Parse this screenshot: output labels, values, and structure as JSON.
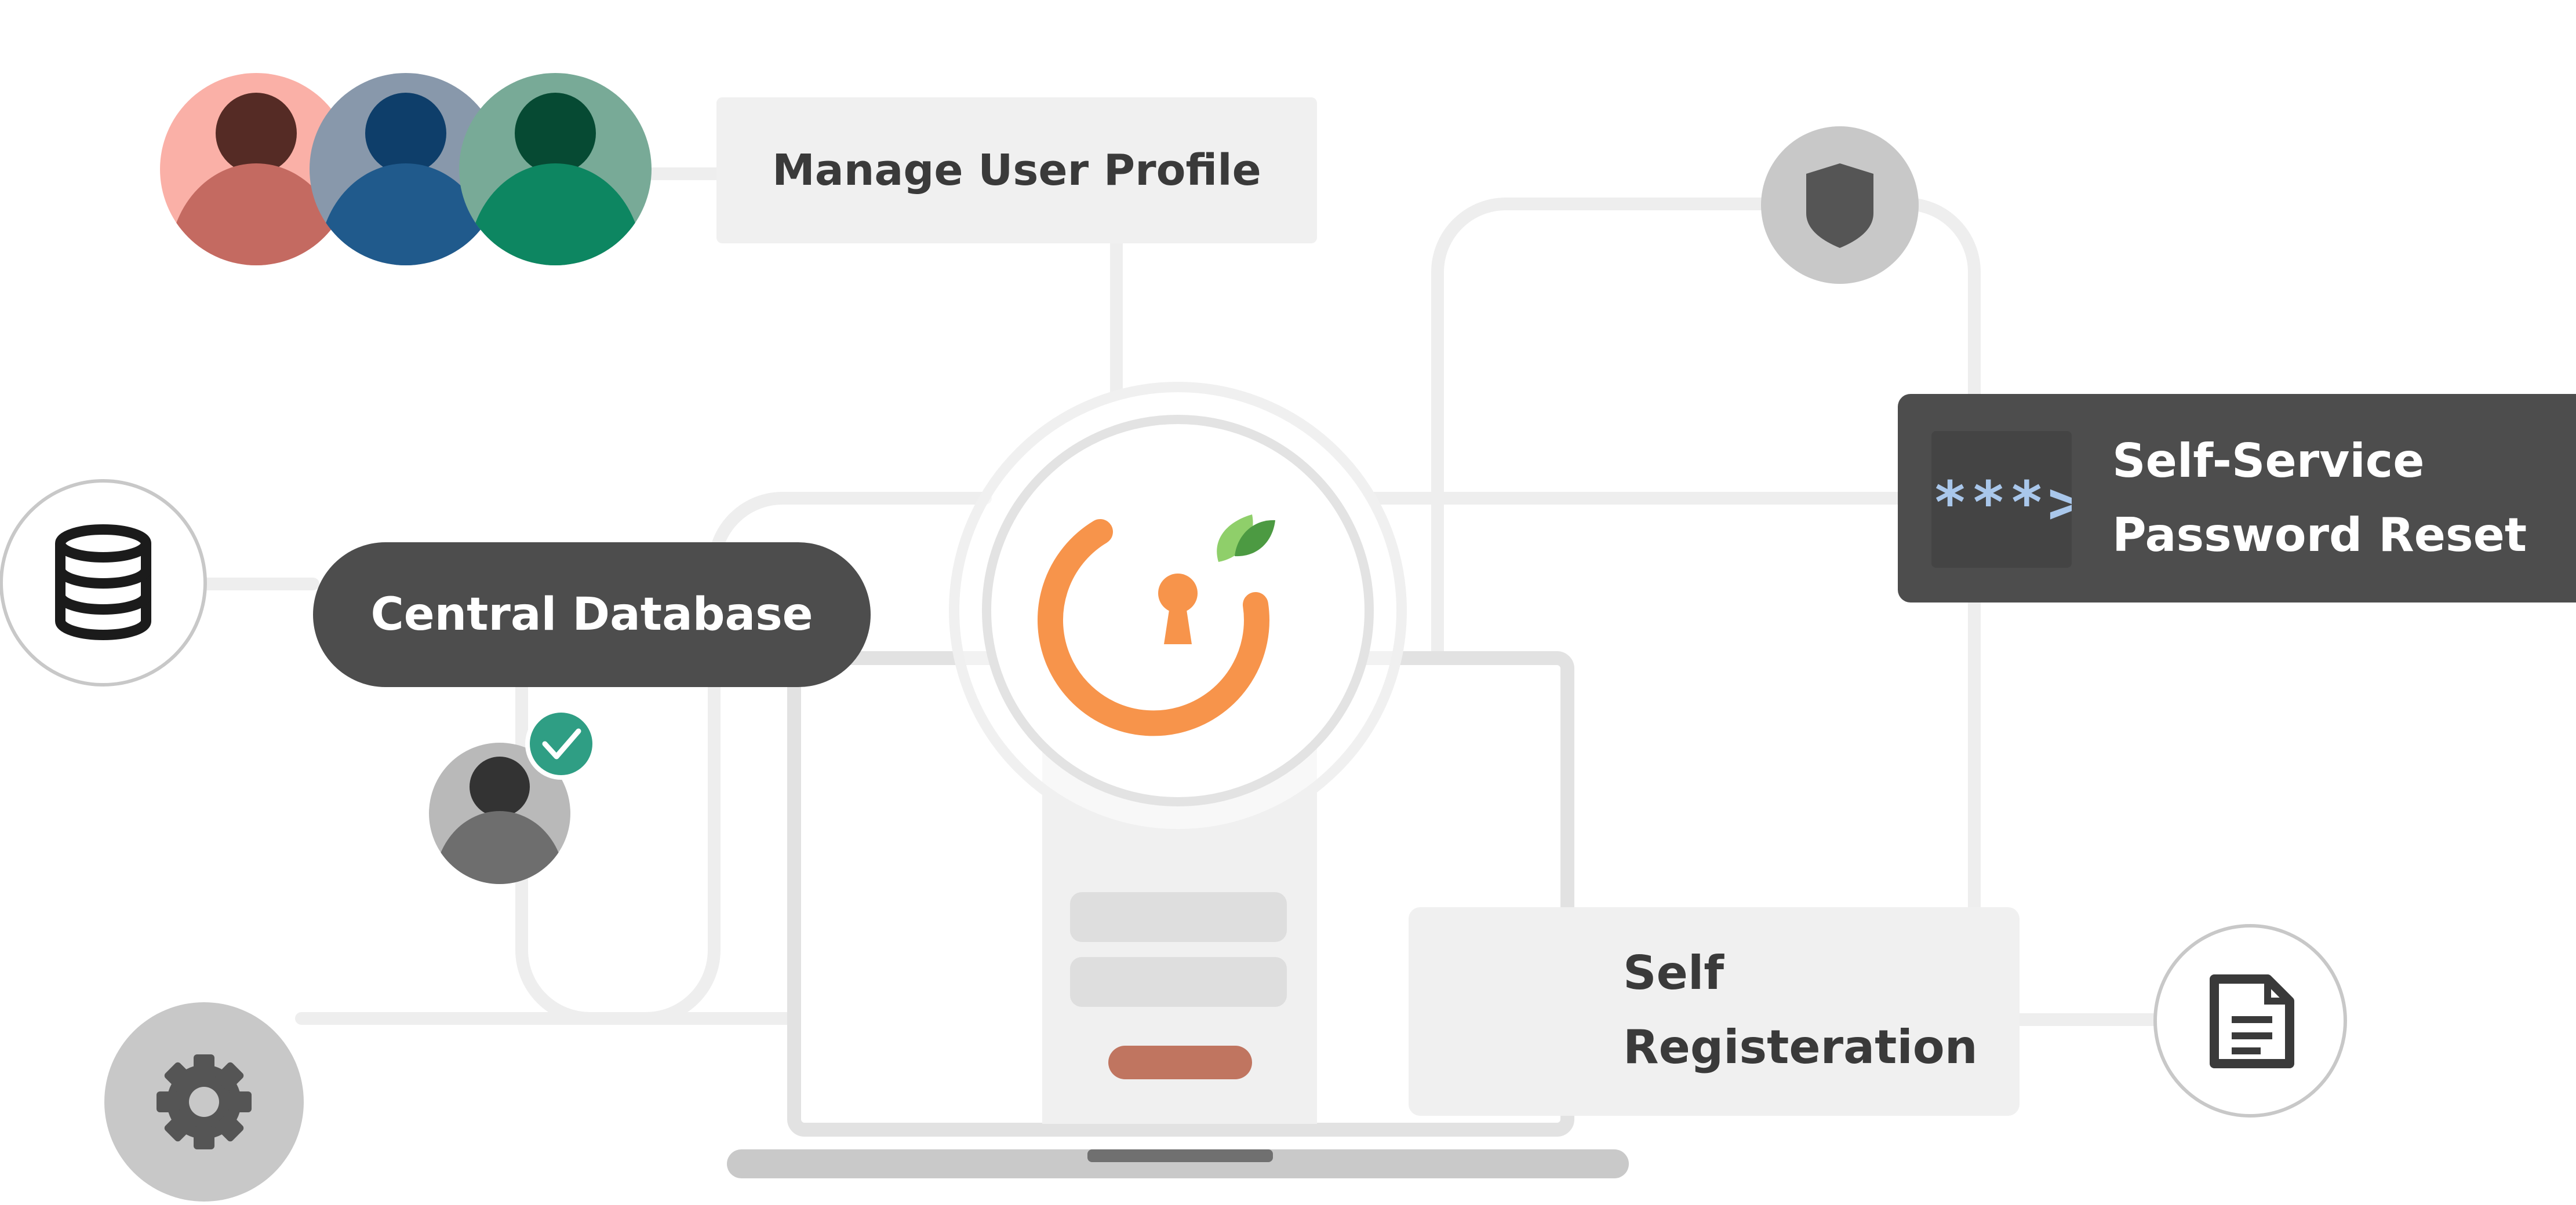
{
  "diagram": {
    "nodes": {
      "manage_profile": {
        "label": "Manage User Profile"
      },
      "central_database": {
        "label": "Central Database"
      },
      "password_reset": {
        "line1": "Self-Service",
        "line2": "Password Reset",
        "masked_text": "***>"
      },
      "self_registration": {
        "line1": "Self",
        "line2": "Registeration"
      }
    },
    "icons": {
      "user_group": [
        "user-avatar-red",
        "user-avatar-blue",
        "user-avatar-green"
      ],
      "verified_user": "user-avatar-checkmark",
      "new_user": "user-avatar-plus",
      "database": "database-icon",
      "shield": "shield-icon",
      "settings": "gear-icon",
      "document": "document-icon",
      "central_logo": "keyhole-logo-icon"
    },
    "colors": {
      "dark_box": "#4d4d4d",
      "light_box": "#f0f0f0",
      "connector": "#eeeeee",
      "logo_orange": "#f7944b",
      "check_green": "#2f9e84",
      "plus_blue": "#2f8bd6",
      "button_accent": "#c07560"
    }
  }
}
